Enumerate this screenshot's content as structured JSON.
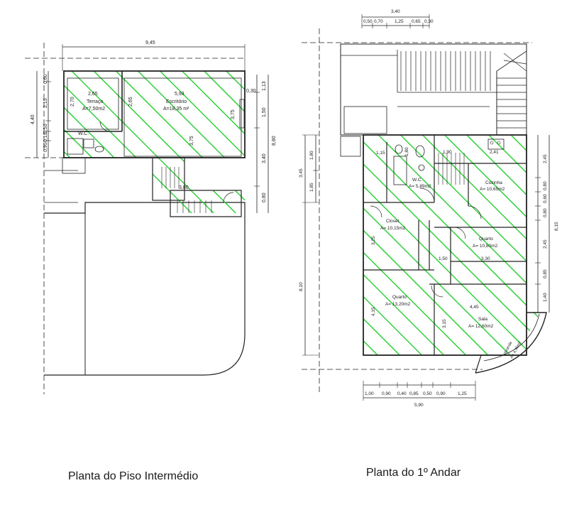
{
  "colors": {
    "hatch": "#31d13a",
    "line": "#222222",
    "dim": "#333333"
  },
  "left_plan": {
    "caption": "Planta do Piso Intermédio",
    "overall_width": "9,45",
    "rooms": [
      {
        "dim": "2,65",
        "name": "Terraço",
        "area": "A=7,50m2",
        "side": "2,70"
      },
      {
        "dim": "5,93",
        "name": "Escritório",
        "area": "A=18,35 m²",
        "side": "2,65"
      },
      {
        "name": "W.C."
      }
    ],
    "side_dims_left": [
      "4,40",
      "0,60",
      "2,15",
      "0,55",
      "0,15",
      "0,95"
    ],
    "side_dims_right": [
      "0,30",
      "1,13",
      "1,50",
      "3,40",
      "0,80",
      "8,80"
    ],
    "inner_dims": [
      "3,75",
      "3,75",
      "3,80"
    ]
  },
  "right_plan": {
    "caption": "Planta do 1º Andar",
    "top_total": "3,40",
    "top_dims": [
      "0,50",
      "0,70",
      "1,25",
      "0,65",
      "0,30"
    ],
    "bottom_dims": [
      "1,00",
      "0,90",
      "0,40",
      "0,85",
      "0,50",
      "0,90",
      "1,25"
    ],
    "bottom_total": "5,90",
    "left_dims": [
      "3,45",
      "1,80",
      "1,85",
      "8,10"
    ],
    "right_dims": [
      "2,45",
      "0,80",
      "0,60",
      "0,80",
      "2,45",
      "0,85",
      "1,40",
      "8,15"
    ],
    "rooms": [
      {
        "name": "W.C.",
        "area": "A= 5,89m2"
      },
      {
        "name": "Cozinha",
        "area": "A= 10,65m2"
      },
      {
        "name": "Closet",
        "area": "A= 10,15m2"
      },
      {
        "name": "Quarto",
        "area": "A= 10,80m2"
      },
      {
        "name": "Quarto",
        "area": "A= 13,20m2"
      },
      {
        "name": "Sala",
        "area": "A= 12,60m2"
      },
      {
        "name": "Varanda",
        "area": "A= 4,45m2"
      }
    ],
    "inner_dims": [
      "1,15",
      "1,80",
      "1,90",
      "2,41",
      "3,25",
      "3,30",
      "4,45",
      "4,15",
      "3,15",
      "1,50"
    ]
  }
}
